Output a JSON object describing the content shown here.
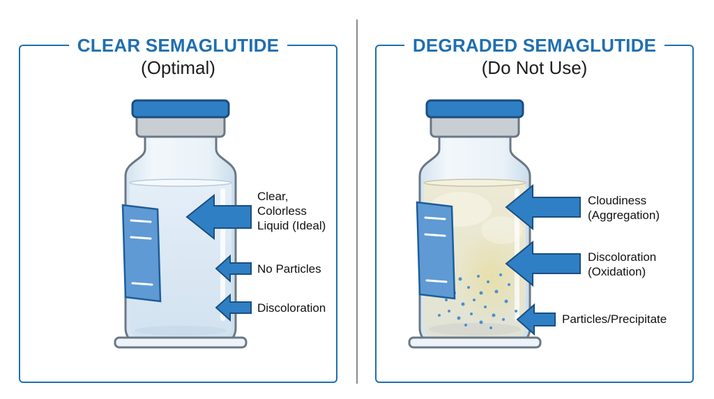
{
  "panels": {
    "left": {
      "title": "CLEAR SEMAGLUTIDE",
      "subtitle": "(Optimal)",
      "callouts": {
        "clear": [
          "Clear,",
          "Colorless",
          "Liquid (Ideal)"
        ],
        "particles": "No Particles",
        "discoloration": "Discoloration"
      }
    },
    "right": {
      "title": "DEGRADED SEMAGLUTIDE",
      "subtitle": "(Do Not Use)",
      "callouts": {
        "cloudiness": [
          "Cloudiness",
          "(Aggregation)"
        ],
        "discoloration": [
          "Discoloration",
          "(Oxidation)"
        ],
        "particles": "Particles/Precipitate"
      }
    }
  },
  "colors": {
    "accent": "#1f6fb0",
    "arrow": "#2f7fc4",
    "cap": "#2f7fc4",
    "glass": "#e8f1f8",
    "clear_liquid": "#dde9f4",
    "cloudy_liquid": "#e9e7d2"
  }
}
